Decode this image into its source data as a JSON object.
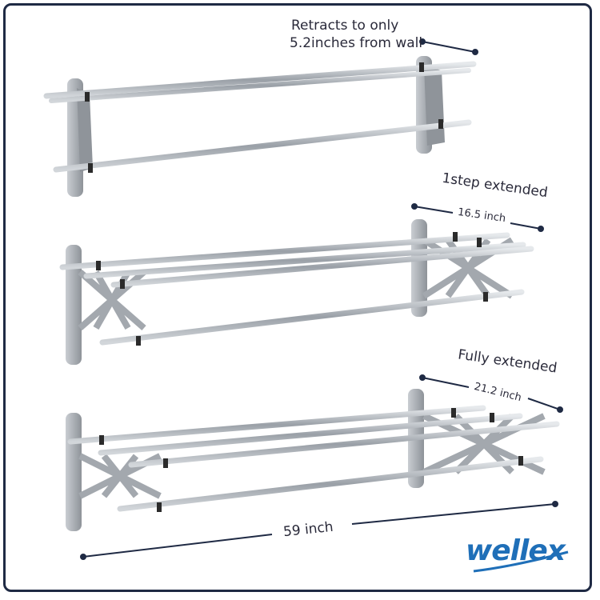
{
  "labels": {
    "retracts_line1": "Retracts to only",
    "retracts_line2": "5.2inches from wall",
    "step1_title": "1step extended",
    "step1_dim": "16.5 inch",
    "full_title": "Fully extended",
    "full_dim": "21.2 inch",
    "width_dim": "59 inch"
  },
  "brand": {
    "logo_text": "wellex",
    "color": "#1f6fb8"
  },
  "colors": {
    "frame": "#1f2a44",
    "dimension_line": "#1f2a44",
    "rod": "#bfc4ca",
    "bracket": "#a9adb3"
  }
}
